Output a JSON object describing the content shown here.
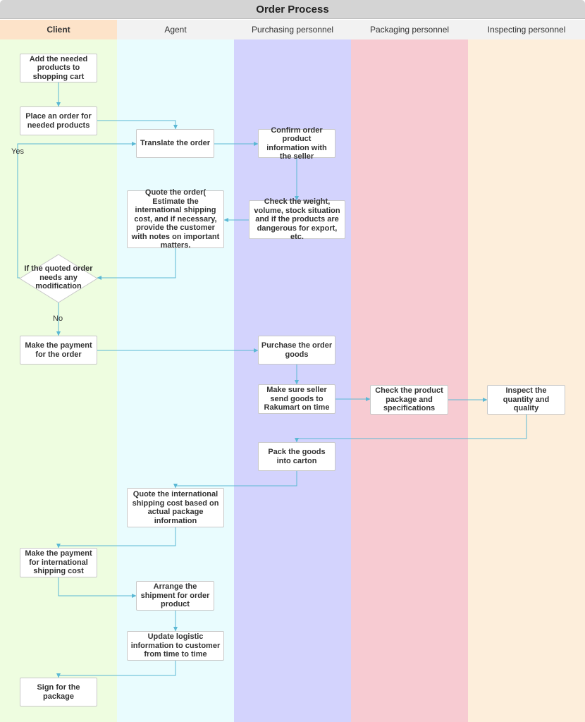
{
  "title": "Order Process",
  "lanes": [
    {
      "label": "Client",
      "header_bg": "#fde3c9",
      "body_bg": "#eefde0"
    },
    {
      "label": "Agent",
      "header_bg": "#f2f2f2",
      "body_bg": "#e9fcfe"
    },
    {
      "label": "Purchasing personnel",
      "header_bg": "#f2f2f2",
      "body_bg": "#d3d3fd"
    },
    {
      "label": "Packaging personnel",
      "header_bg": "#f2f2f2",
      "body_bg": "#f7cbd2"
    },
    {
      "label": "Inspecting personnel",
      "header_bg": "#f2f2f2",
      "body_bg": "#fdeedb"
    }
  ],
  "nodes": {
    "add_products": "Add the needed products to shopping cart",
    "place_order": "Place an order for needed products",
    "translate_order": "Translate the order",
    "confirm_order": "Confirm order product information with the seller",
    "check_weight": "Check the weight, volume, stock situation and if the products are dangerous for export, etc.",
    "quote_order": "Quote the order( Estimate the international shipping cost, and  if necessary, provide the customer with notes on important matters.",
    "decision_modification": "If the quoted order needs any modification",
    "make_payment": "Make the payment for the order",
    "purchase_goods": "Purchase the order goods",
    "seller_send": "Make sure seller send goods to Rakumart on time",
    "check_package": "Check the product package and specifications",
    "inspect_quality": "Inspect the quantity and quality",
    "pack_goods": "Pack the goods into carton",
    "quote_shipping": "Quote the international shipping cost based on actual package information",
    "pay_shipping": "Make the payment for international shipping cost",
    "arrange_shipment": "Arrange the shipment for order product",
    "update_logistics": "Update logistic information to customer from time to time",
    "sign_package": "Sign for the package"
  },
  "edge_labels": {
    "yes": "Yes",
    "no": "No"
  },
  "colors": {
    "connector": "#5bb8d4",
    "node_border": "#c8c8c8"
  }
}
